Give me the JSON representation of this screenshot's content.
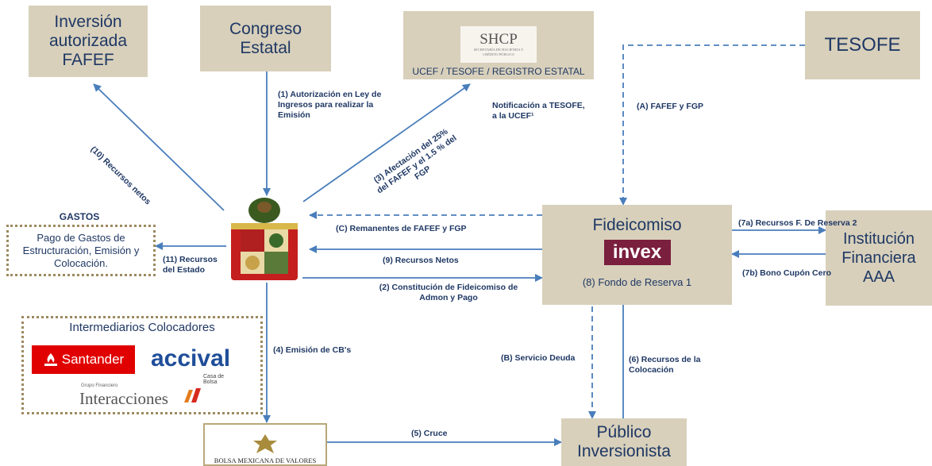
{
  "nodes": {
    "inversion": "Inversión autorizada FAFEF",
    "congreso": "Congreso Estatal",
    "shcp_logo": "SHCP",
    "shcp_logo_sub": "SECRETARÍA DE HACIENDA Y CRÉDITO PÚBLICO",
    "ucef": "UCEF / TESOFE / REGISTRO ESTATAL",
    "tesofe": "TESOFE",
    "fideicomiso": "Fideicomiso",
    "invex": "invex",
    "fondo_reserva": "(8) Fondo de Reserva 1",
    "institucion": "Institución Financiera AAA",
    "publico": "Público Inversionista",
    "bmv": "BOLSA MEXICANA DE VALORES",
    "gastos_title": "GASTOS",
    "gastos_text": "Pago de Gastos de Estructuración, Emisión y Colocación.",
    "intermediarios_title": "Intermediarios Colocadores",
    "santander": "Santander",
    "accival": "accival",
    "accival_sub": "Casa de Bolsa",
    "interacciones": "Interacciones",
    "interacciones_sub": "Grupo Financiero"
  },
  "labels": {
    "l1": "(1) Autorización en Ley de Ingresos para realizar la Emisión",
    "notif": "Notificación a TESOFE, a la UCEF¹",
    "lA": "(A) FAFEF y FGP",
    "l10": "(10) Recursos netos",
    "l3": "(3) Afectación del 25% del FAFEF y el 1.5 % del FGP",
    "lC": "(C) Remanentes  de FAFEF y FGP",
    "l7a": "(7a) Recursos F. De Reserva 2",
    "l9": "(9) Recursos Netos",
    "l11": "(11)  Recursos del Estado",
    "l2": "(2) Constitución de Fideicomiso de Admon y Pago",
    "l7b": "(7b) Bono Cupón Cero",
    "l4": "(4) Emisión de CB's",
    "lB": "(B) Servicio Deuda",
    "l6": "(6) Recursos de la Colocación",
    "l5": "(5) Cruce"
  },
  "colors": {
    "box": "#d8d0bb",
    "text": "#1f3864",
    "arrow": "#4a7ebb",
    "invex_bg": "#7a1f3d",
    "santander_red": "#e10000",
    "accival_blue": "#1f4e99"
  }
}
